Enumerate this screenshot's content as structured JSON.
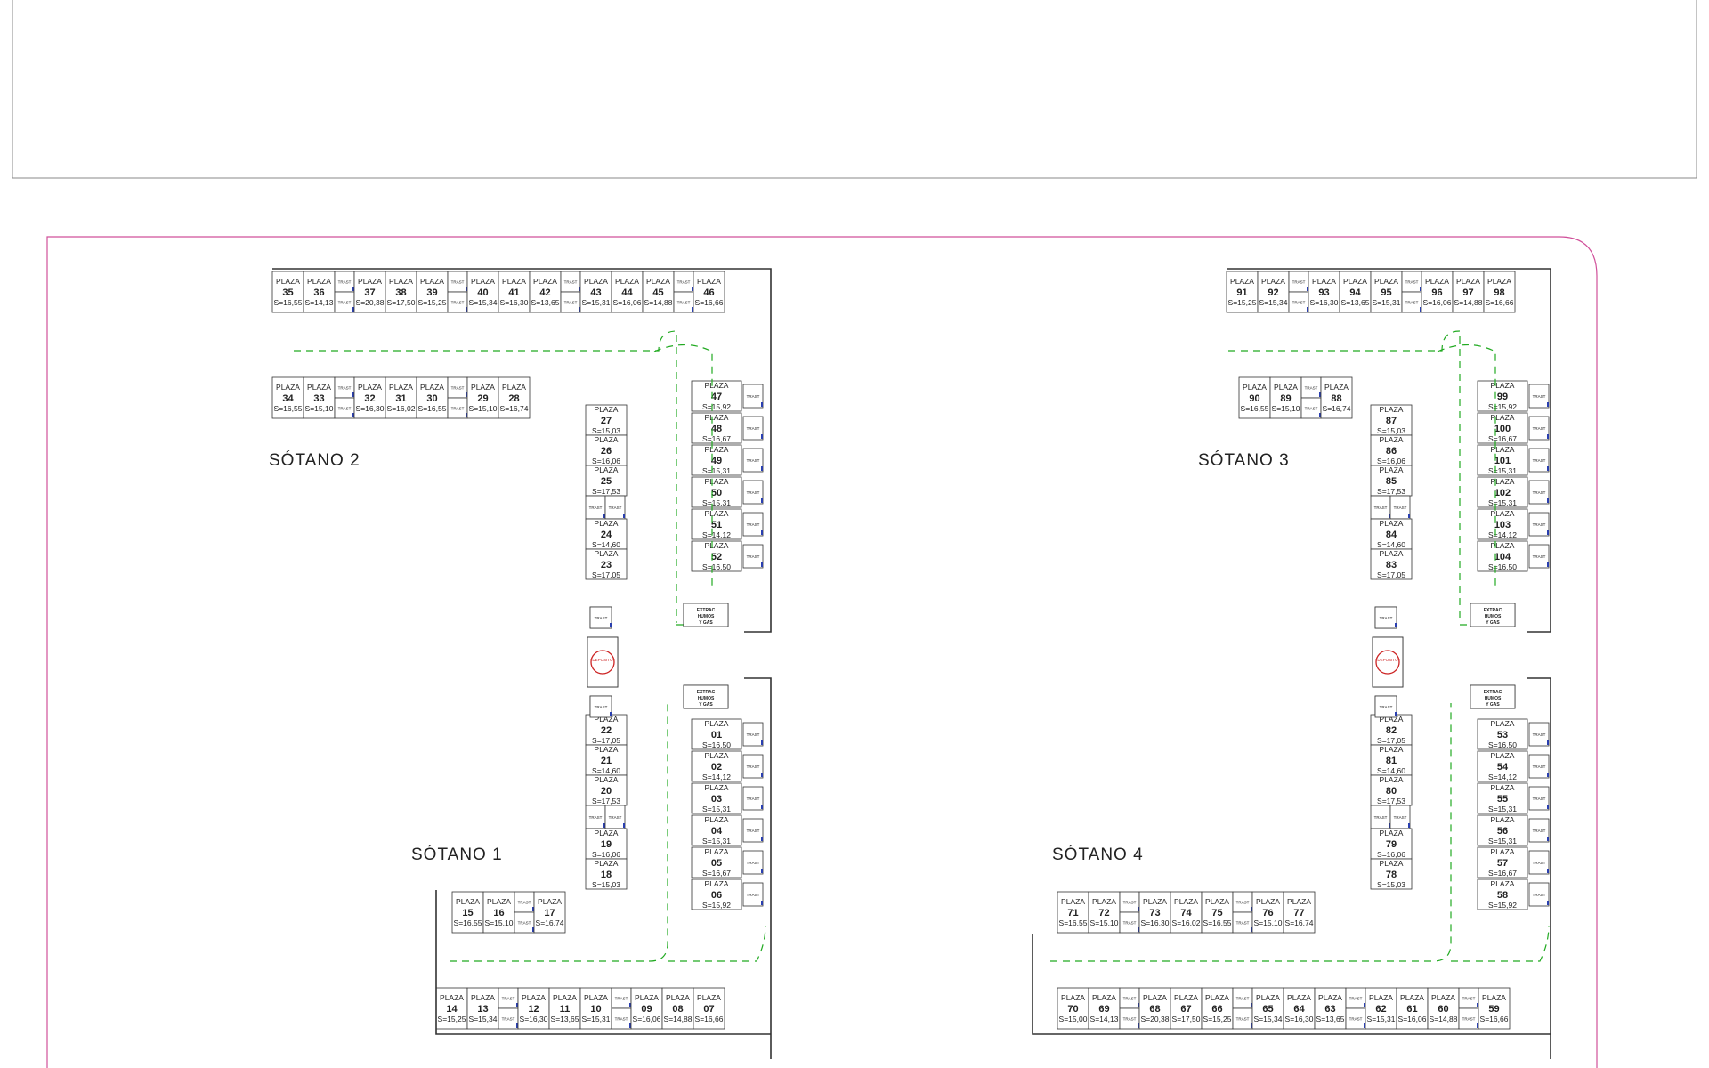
{
  "labels": {
    "plaza": "PLAZA",
    "trast": "TRAST",
    "deposito": "DEPOSITO",
    "extrac": "EXTRAC",
    "humos": "HUMOS",
    "y_gas": "Y GAS"
  },
  "colors": {
    "border_frame": "#d0509a",
    "route": "#22aa22",
    "walls": "#333333",
    "deposit": "#cc2222",
    "doors": "#2a3fb0"
  },
  "basements": [
    {
      "title": "SÓTANO 2",
      "top": [
        {
          "n": "35",
          "s": "S=16,55"
        },
        {
          "n": "36",
          "s": "S=14,13"
        },
        {
          "n": "37",
          "s": "S=20,38"
        },
        {
          "n": "38",
          "s": "S=17,50"
        },
        {
          "n": "39",
          "s": "S=15,25"
        },
        {
          "n": "40",
          "s": "S=15,34"
        },
        {
          "n": "41",
          "s": "S=16,30"
        },
        {
          "n": "42",
          "s": "S=13,65"
        },
        {
          "n": "43",
          "s": "S=15,31"
        },
        {
          "n": "44",
          "s": "S=16,06"
        },
        {
          "n": "45",
          "s": "S=14,88"
        },
        {
          "n": "46",
          "s": "S=16,66"
        }
      ],
      "bottom": [
        {
          "n": "34",
          "s": "S=16,55"
        },
        {
          "n": "33",
          "s": "S=15,10"
        },
        {
          "n": "32",
          "s": "S=16,30"
        },
        {
          "n": "31",
          "s": "S=16,02"
        },
        {
          "n": "30",
          "s": "S=16,55"
        },
        {
          "n": "29",
          "s": "S=15,10"
        },
        {
          "n": "28",
          "s": "S=16,74"
        }
      ],
      "left": [
        {
          "n": "27",
          "s": "S=15,03"
        },
        {
          "n": "26",
          "s": "S=16,06"
        },
        {
          "n": "25",
          "s": "S=17,53"
        },
        {
          "n": "24",
          "s": "S=14,60"
        },
        {
          "n": "23",
          "s": "S=17,05"
        }
      ],
      "right": [
        {
          "n": "47",
          "s": "S=15,92"
        },
        {
          "n": "48",
          "s": "S=16,67"
        },
        {
          "n": "49",
          "s": "S=15,31"
        },
        {
          "n": "50",
          "s": "S=15,31"
        },
        {
          "n": "51",
          "s": "S=14,12"
        },
        {
          "n": "52",
          "s": "S=16,50"
        }
      ]
    },
    {
      "title": "SÓTANO 1",
      "top": [
        {
          "n": "15",
          "s": "S=16,55"
        },
        {
          "n": "16",
          "s": "S=15,10"
        },
        {
          "n": "17",
          "s": "S=16,74"
        }
      ],
      "bottom": [
        {
          "n": "14",
          "s": "S=15,25"
        },
        {
          "n": "13",
          "s": "S=15,34"
        },
        {
          "n": "12",
          "s": "S=16,30"
        },
        {
          "n": "11",
          "s": "S=13,65"
        },
        {
          "n": "10",
          "s": "S=15,31"
        },
        {
          "n": "09",
          "s": "S=16,06"
        },
        {
          "n": "08",
          "s": "S=14,88"
        },
        {
          "n": "07",
          "s": "S=16,66"
        }
      ],
      "left": [
        {
          "n": "22",
          "s": "S=17,05"
        },
        {
          "n": "21",
          "s": "S=14,60"
        },
        {
          "n": "20",
          "s": "S=17,53"
        },
        {
          "n": "19",
          "s": "S=16,06"
        },
        {
          "n": "18",
          "s": "S=15,03"
        }
      ],
      "right": [
        {
          "n": "01",
          "s": "S=16,50"
        },
        {
          "n": "02",
          "s": "S=14,12"
        },
        {
          "n": "03",
          "s": "S=15,31"
        },
        {
          "n": "04",
          "s": "S=15,31"
        },
        {
          "n": "05",
          "s": "S=16,67"
        },
        {
          "n": "06",
          "s": "S=15,92"
        }
      ]
    },
    {
      "title": "SÓTANO 3",
      "top": [
        {
          "n": "91",
          "s": "S=15,25"
        },
        {
          "n": "92",
          "s": "S=15,34"
        },
        {
          "n": "93",
          "s": "S=16,30"
        },
        {
          "n": "94",
          "s": "S=13,65"
        },
        {
          "n": "95",
          "s": "S=15,31"
        },
        {
          "n": "96",
          "s": "S=16,06"
        },
        {
          "n": "97",
          "s": "S=14,88"
        },
        {
          "n": "98",
          "s": "S=16,66"
        }
      ],
      "bottom": [
        {
          "n": "90",
          "s": "S=16,55"
        },
        {
          "n": "89",
          "s": "S=15,10"
        },
        {
          "n": "88",
          "s": "S=16,74"
        }
      ],
      "left": [
        {
          "n": "87",
          "s": "S=15,03"
        },
        {
          "n": "86",
          "s": "S=16,06"
        },
        {
          "n": "85",
          "s": "S=17,53"
        },
        {
          "n": "84",
          "s": "S=14,60"
        },
        {
          "n": "83",
          "s": "S=17,05"
        }
      ],
      "right": [
        {
          "n": "99",
          "s": "S=15,92"
        },
        {
          "n": "100",
          "s": "S=16,67"
        },
        {
          "n": "101",
          "s": "S=15,31"
        },
        {
          "n": "102",
          "s": "S=15,31"
        },
        {
          "n": "103",
          "s": "S=14,12"
        },
        {
          "n": "104",
          "s": "S=16,50"
        }
      ]
    },
    {
      "title": "SÓTANO 4",
      "top": [
        {
          "n": "71",
          "s": "S=16,55"
        },
        {
          "n": "72",
          "s": "S=15,10"
        },
        {
          "n": "73",
          "s": "S=16,30"
        },
        {
          "n": "74",
          "s": "S=16,02"
        },
        {
          "n": "75",
          "s": "S=16,55"
        },
        {
          "n": "76",
          "s": "S=15,10"
        },
        {
          "n": "77",
          "s": "S=16,74"
        }
      ],
      "bottom": [
        {
          "n": "70",
          "s": "S=15,00"
        },
        {
          "n": "69",
          "s": "S=14,13"
        },
        {
          "n": "68",
          "s": "S=20,38"
        },
        {
          "n": "67",
          "s": "S=17,50"
        },
        {
          "n": "66",
          "s": "S=15,25"
        },
        {
          "n": "65",
          "s": "S=15,34"
        },
        {
          "n": "64",
          "s": "S=16,30"
        },
        {
          "n": "63",
          "s": "S=13,65"
        },
        {
          "n": "62",
          "s": "S=15,31"
        },
        {
          "n": "61",
          "s": "S=16,06"
        },
        {
          "n": "60",
          "s": "S=14,88"
        },
        {
          "n": "59",
          "s": "S=16,66"
        }
      ],
      "left": [
        {
          "n": "82",
          "s": "S=17,05"
        },
        {
          "n": "81",
          "s": "S=14,60"
        },
        {
          "n": "80",
          "s": "S=17,53"
        },
        {
          "n": "79",
          "s": "S=16,06"
        },
        {
          "n": "78",
          "s": "S=15,03"
        }
      ],
      "right": [
        {
          "n": "53",
          "s": "S=16,50"
        },
        {
          "n": "54",
          "s": "S=14,12"
        },
        {
          "n": "55",
          "s": "S=15,31"
        },
        {
          "n": "56",
          "s": "S=15,31"
        },
        {
          "n": "57",
          "s": "S=16,67"
        },
        {
          "n": "58",
          "s": "S=15,92"
        }
      ]
    }
  ]
}
